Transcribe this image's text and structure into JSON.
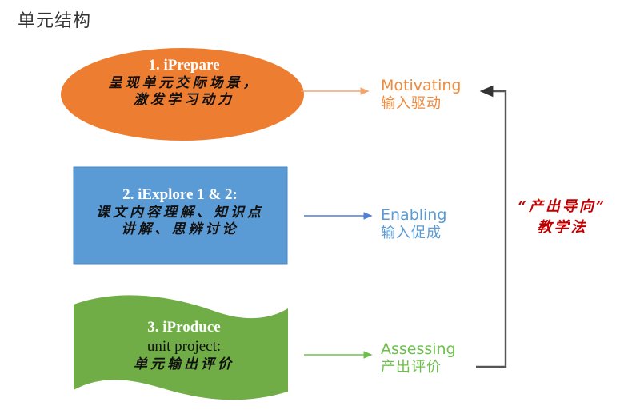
{
  "title": "单元结构",
  "stages": [
    {
      "title": "1. iPrepare",
      "subtitle_en": "",
      "lines_cn": [
        "呈现单元交际场景，",
        "激发学习动力"
      ],
      "shape": "ellipse",
      "color": "#ed7d31"
    },
    {
      "title": "2. iExplore 1 & 2:",
      "subtitle_en": "",
      "lines_cn": [
        "课文内容理解、知识点",
        "讲解、思辨讨论"
      ],
      "shape": "rectangle",
      "color": "#5b9bd5"
    },
    {
      "title": "3. iProduce",
      "subtitle_en": "unit project:",
      "lines_cn": [
        "单元输出评价"
      ],
      "shape": "wave",
      "color": "#70ad47"
    }
  ],
  "phases": [
    {
      "en": "Motivating",
      "cn": "输入驱动",
      "color": "#f08a3c"
    },
    {
      "en": "Enabling",
      "cn": "输入促成",
      "color": "#5b9bd5"
    },
    {
      "en": "Assessing",
      "cn": "产出评价",
      "color": "#6cc04a"
    }
  ],
  "method": {
    "line1": "“产出导向”",
    "line2": "教学法",
    "color": "#c00000"
  },
  "connector_color": "#555555"
}
